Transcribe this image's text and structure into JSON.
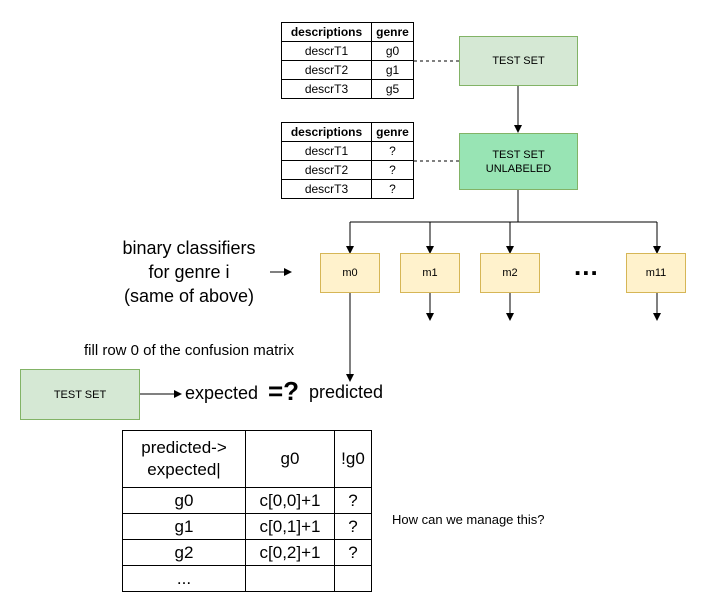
{
  "table1": {
    "headers": [
      "descriptions",
      "genre"
    ],
    "rows": [
      [
        "descrT1",
        "g0"
      ],
      [
        "descrT2",
        "g1"
      ],
      [
        "descrT3",
        "g5"
      ]
    ]
  },
  "table2": {
    "headers": [
      "descriptions",
      "genre"
    ],
    "rows": [
      [
        "descrT1",
        "?"
      ],
      [
        "descrT2",
        "?"
      ],
      [
        "descrT3",
        "?"
      ]
    ]
  },
  "boxes": {
    "test_set_top": "TEST SET",
    "test_set_unlabeled_line1": "TEST SET",
    "test_set_unlabeled_line2": "UNLABELED",
    "test_set_left": "TEST SET"
  },
  "models": [
    "m0",
    "m1",
    "m2",
    "m11"
  ],
  "ellipsis_models": "...",
  "classifier_label": {
    "line1": "binary classifiers",
    "line2": "for genre i",
    "line3": "(same of above)"
  },
  "fill_row_label": "fill row 0 of the confusion matrix",
  "comparison": {
    "expected": "expected",
    "operator": "=?",
    "predicted": "predicted"
  },
  "confusion_matrix": {
    "header_line1": "predicted->",
    "header_line2": "expected|",
    "columns": [
      "g0",
      "!g0"
    ],
    "rows": [
      [
        "g0",
        "c[0,0]+1",
        "?"
      ],
      [
        "g1",
        "c[0,1]+1",
        "?"
      ],
      [
        "g2",
        "c[0,2]+1",
        "?"
      ],
      [
        "...",
        "",
        ""
      ]
    ]
  },
  "question": "How can we manage this?"
}
